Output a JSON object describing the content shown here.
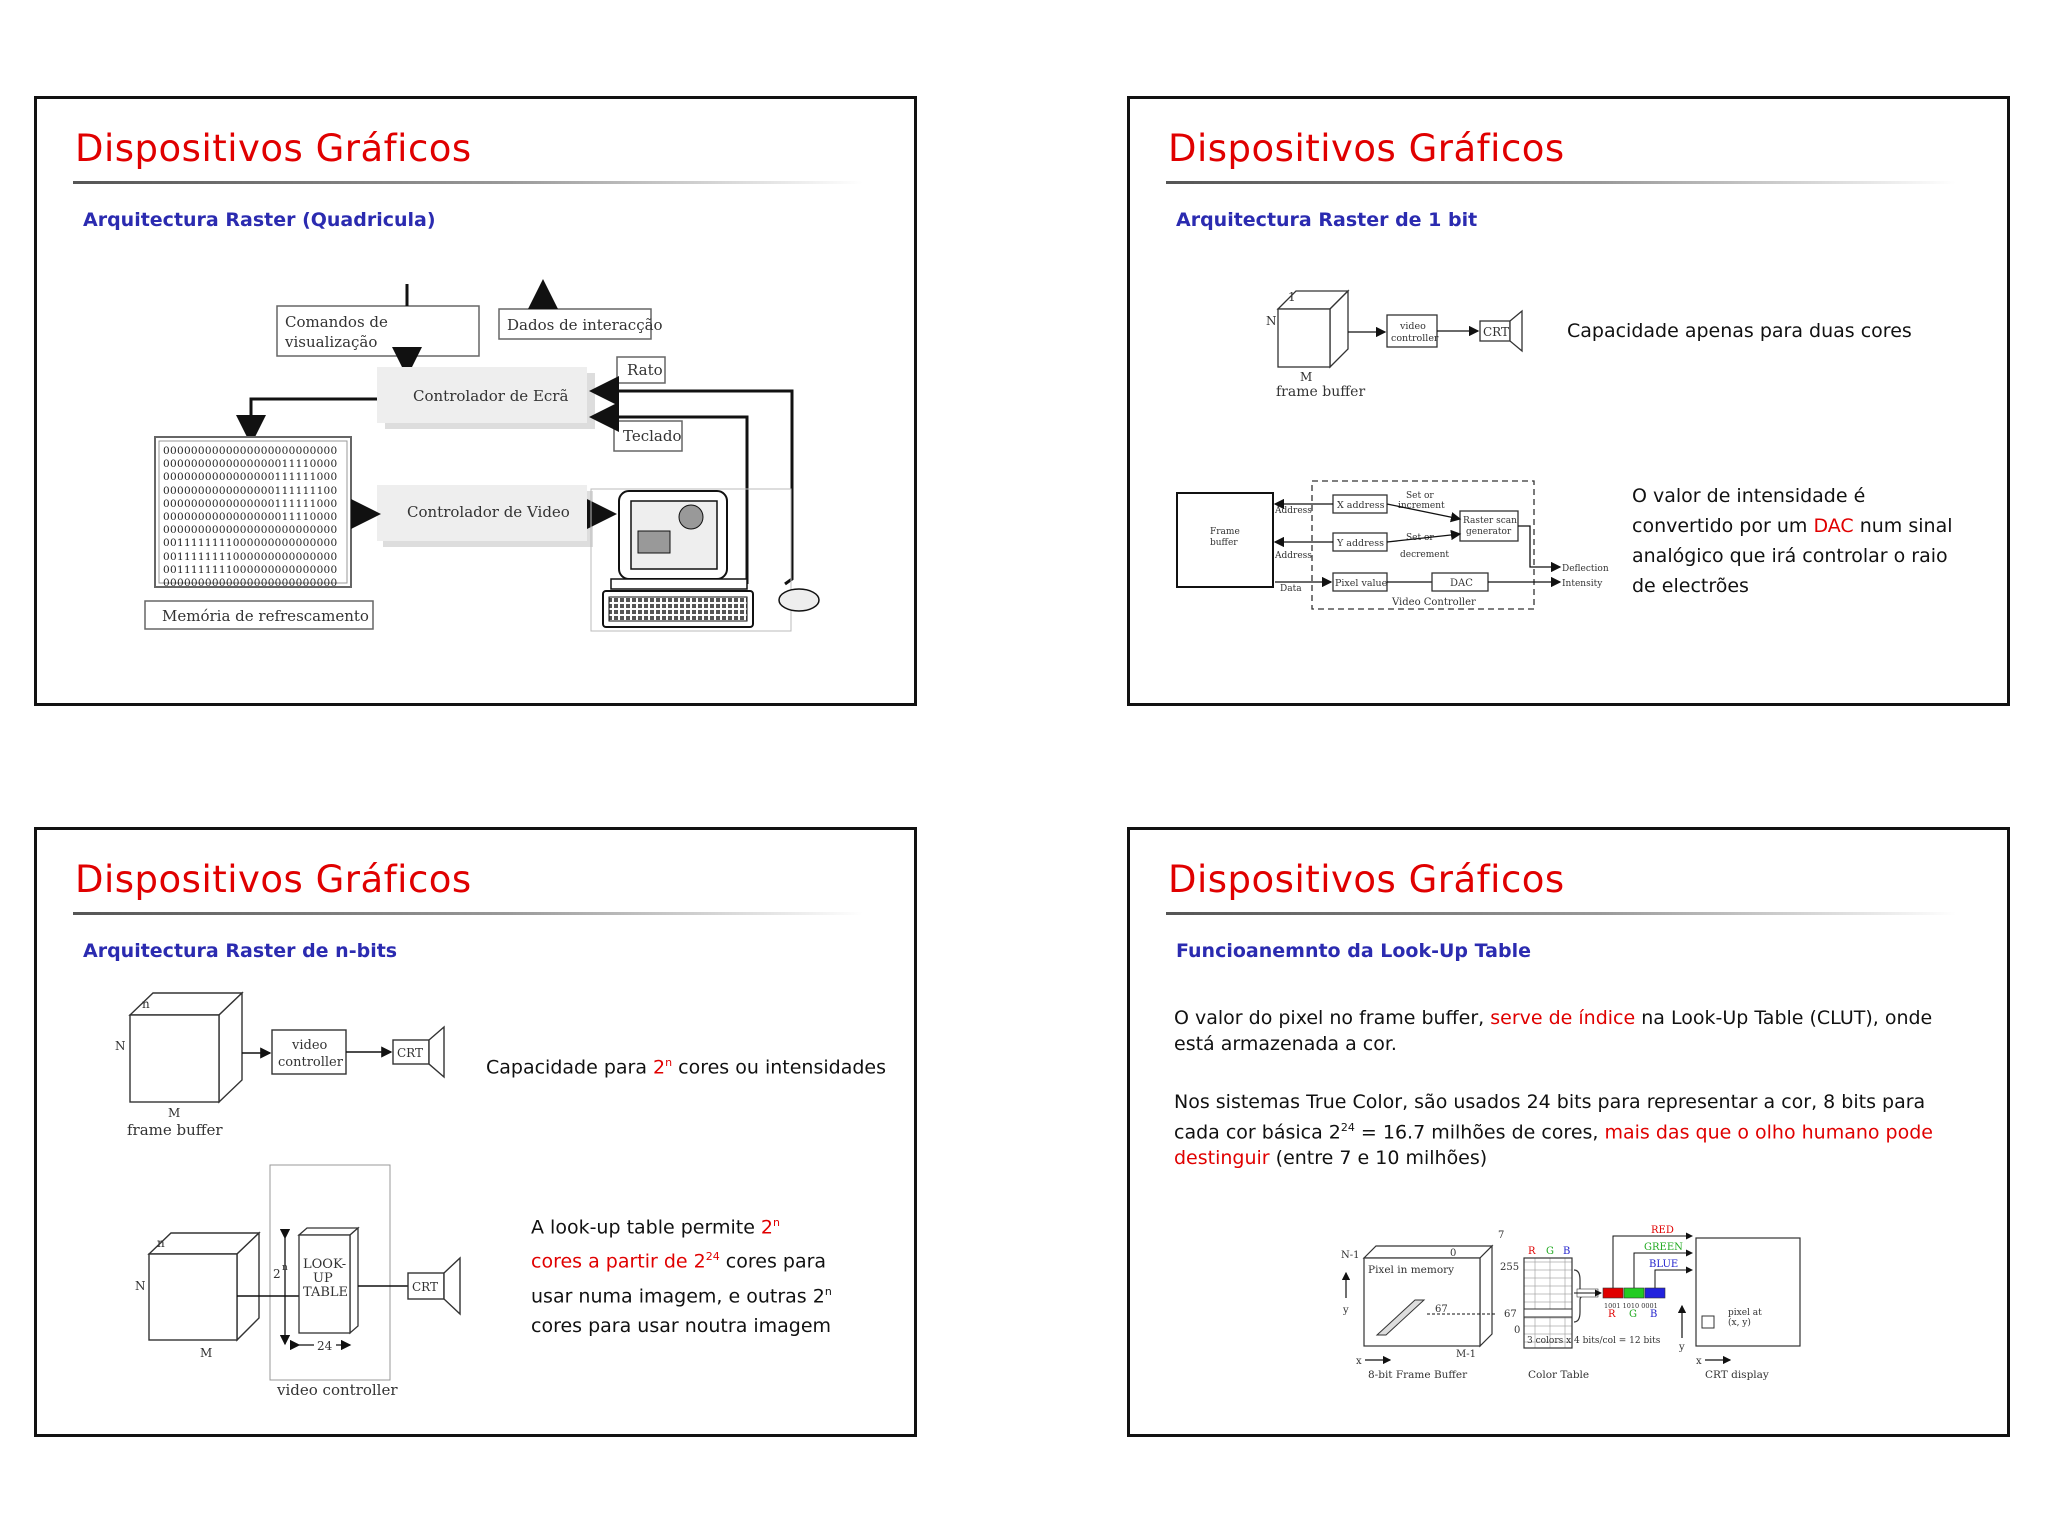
{
  "slides": [
    {
      "title": "Dispositivos Gráficos",
      "subtitle": "Arquitectura Raster (Quadricula)",
      "diagram": {
        "comandos": [
          "Comandos de",
          "visualização"
        ],
        "dados": "Dados de interacção",
        "rato": "Rato",
        "controlador_ecra": "Controlador de Ecrã",
        "teclado": "Teclado",
        "controlador_video": "Controlador de Video",
        "memoria": "Memória de refrescamento",
        "bits": [
          "0000000000000000000000000",
          "0000000000000000011110000",
          "0000000000000000111111000",
          "0000000000000000111111100",
          "0000000000000000111111000",
          "0000000000000000011110000",
          "0000000000000000000000000",
          "0011111111000000000000000",
          "0011111111000000000000000",
          "0011111111000000000000000",
          "0000000000000000000000000"
        ]
      }
    },
    {
      "title": "Dispositivos Gráficos",
      "subtitle": "Arquitectura Raster de 1 bit",
      "fb_labels": {
        "one": "1",
        "n": "N",
        "m": "M",
        "frame_buffer": "frame buffer",
        "video_controller": [
          "video",
          "controller"
        ],
        "crt": "CRT"
      },
      "caption_1": "Capacidade apenas para duas cores",
      "vc_labels": {
        "frame_buffer": [
          "Frame",
          "buffer"
        ],
        "x_address": "X address",
        "y_address": "Y address",
        "pixel_value": "Pixel value",
        "set_or_increment": [
          "Set or",
          "increment"
        ],
        "set_or_decrement": [
          "Set or",
          "decrement"
        ],
        "raster_scan": [
          "Raster scan",
          "generator"
        ],
        "address": "Address",
        "data": "Data",
        "dac": "DAC",
        "deflection": "Deflection",
        "intensity": "Intensity",
        "video_controller": "Video Controller"
      },
      "para_parts": {
        "l1": "O valor de intensidade é",
        "l2_a": "convertido por um ",
        "l2_red": "DAC",
        "l2_b": " num sinal",
        "l3": "analógico que irá controlar o raio",
        "l4": "de electrões"
      }
    },
    {
      "title": "Dispositivos Gráficos",
      "subtitle": "Arquitectura Raster de n-bits",
      "labels": {
        "n": "n",
        "N": "N",
        "M": "M",
        "frame_buffer": "frame buffer",
        "video_controller": [
          "video",
          "controller"
        ],
        "crt": "CRT",
        "lookup": [
          "LOOK-",
          "UP",
          "TABLE"
        ],
        "two_n": "2",
        "n_exp": "n",
        "twenty_four": "24",
        "vc_bottom": "video controller"
      },
      "cap_a": "Capacidade para ",
      "cap_red": "2",
      "cap_sup": "n",
      "cap_b": " cores ou intensidades",
      "lut_lines": {
        "l1_a": "A look-up table permite ",
        "l1_red": "2",
        "l1_sup": "n",
        "l2_red": "cores a partir de 2",
        "l2_sup": "24",
        "l2_b": " cores para",
        "l3_a": "usar numa imagem, e outras 2",
        "l3_sup": "n",
        "l4": "cores para usar noutra imagem"
      }
    },
    {
      "title": "Dispositivos Gráficos",
      "subtitle": "Funcioanemnto da Look-Up Table",
      "p1": {
        "a": "O valor do pixel no frame buffer, ",
        "red": "serve de índice",
        "b": " na Look-Up Table (CLUT), onde",
        "c": "está armazenada a cor."
      },
      "p2": {
        "a": "Nos sistemas True Color, são usados 24 bits para representar a cor, 8 bits para",
        "b": "cada cor básica 2",
        "sup": "24",
        "c": " = 16.7 milhões de cores, ",
        "red1": "mais das que o olho humano pode",
        "red2": "destinguir",
        "d": " (entre 7 e 10 milhões)"
      },
      "fig": {
        "n1": "N-1",
        "zero": "0",
        "seven": "7",
        "r": "R",
        "g": "G",
        "b": "B",
        "pixel_in_memory": "Pixel in memory",
        "v255": "255",
        "v67a": "67",
        "v67b": "67",
        "v0": "0",
        "m1": "M-1",
        "x": "x",
        "y": "y",
        "fb_caption": "8-bit Frame Buffer",
        "ct_caption": "Color Table",
        "bits_caption": "3 colors x 4 bits/col = 12 bits",
        "bits_vals": "1001   1010   0001",
        "red": "RED",
        "green": "GREEN",
        "blue": "BLUE",
        "pixel_at": [
          "pixel at",
          "(x, y)"
        ],
        "crt_caption": "CRT display"
      }
    }
  ]
}
